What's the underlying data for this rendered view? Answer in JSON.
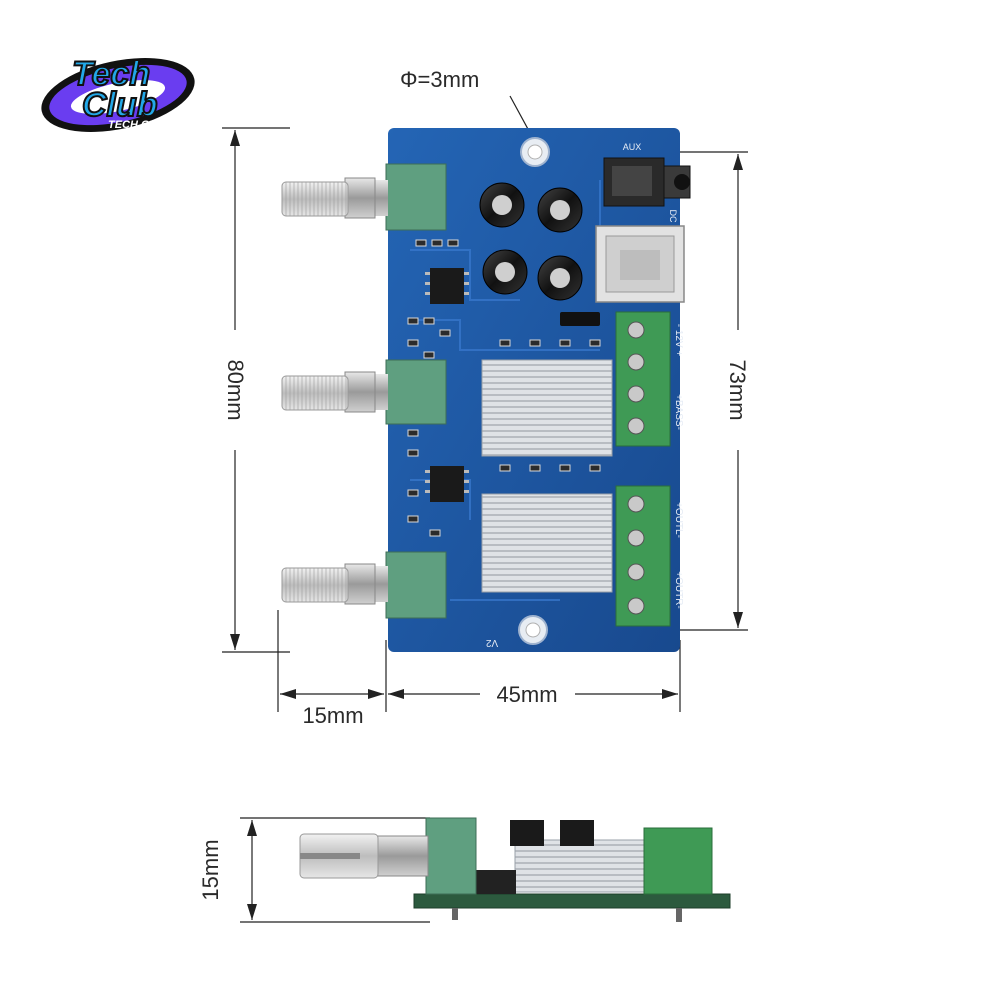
{
  "logo": {
    "line1": "Tech",
    "line2": "Club",
    "sub": "TECH CLUB",
    "colors": {
      "primary": "#6a3df0",
      "accent": "#22a8e8",
      "outline": "#111111"
    }
  },
  "dimensions": {
    "hole_diameter": "Φ=3mm",
    "board_height": "80mm",
    "mount_span": "73mm",
    "shaft_length": "15mm",
    "board_width": "45mm",
    "side_height": "15mm"
  },
  "board_labels": {
    "aux": "AUX",
    "dc": "DC",
    "power_terminal": "- 12V +",
    "bass_terminal": "+BASS-",
    "outl_terminal": "+OUTL-",
    "outr_terminal": "+OUTR-",
    "version": "V2"
  },
  "colors": {
    "pcb": "#1f5aa8",
    "terminal": "#3f9a55",
    "pot_body": "#5f9f80",
    "heatsink": "#d6d9de",
    "dimension_line": "#222222"
  }
}
